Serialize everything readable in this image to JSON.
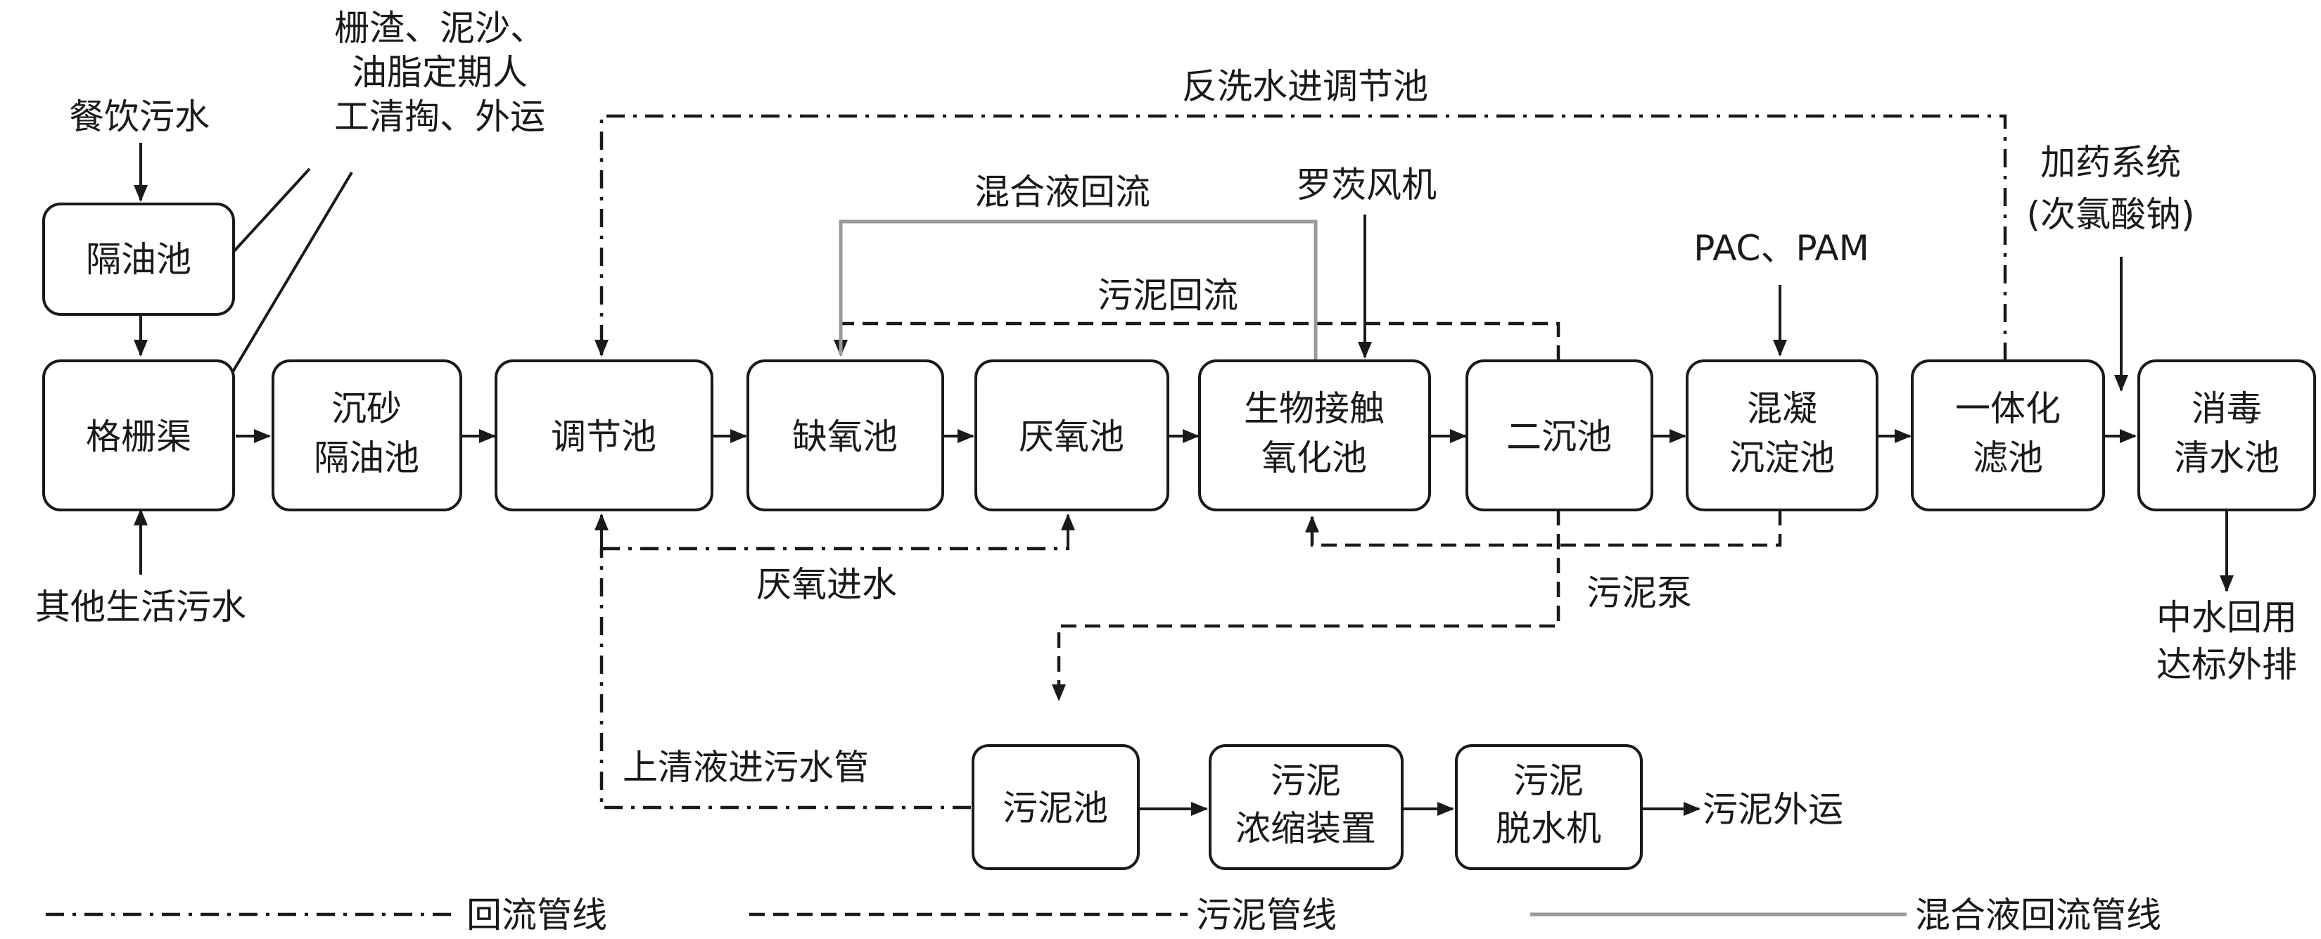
{
  "boxes": {
    "grease_trap": "隔油池",
    "screen_channel": "格栅渠",
    "grit_grease": [
      "沉砂",
      "隔油池"
    ],
    "equalization": "调节池",
    "anoxic": "缺氧池",
    "anaerobic": "厌氧池",
    "bio_contact": [
      "生物接触",
      "氧化池"
    ],
    "secondary_clarifier": "二沉池",
    "coag_sed": [
      "混凝",
      "沉淀池"
    ],
    "integrated_filter": [
      "一体化",
      "滤池"
    ],
    "disinfection": [
      "消毒",
      "清水池"
    ],
    "sludge_tank": "污泥池",
    "sludge_thickener": [
      "污泥",
      "浓缩装置"
    ],
    "sludge_dewater": [
      "污泥",
      "脱水机"
    ]
  },
  "labels": {
    "restaurant_wastewater": "餐饮污水",
    "other_domestic": "其他生活污水",
    "screenings_note": [
      "栅渣、泥沙、",
      "油脂定期人",
      "工清掏、外运"
    ],
    "backwash": "反洗水进调节池",
    "mixed_liquor_return": "混合液回流",
    "roots_blower": "罗茨风机",
    "sludge_return": "污泥回流",
    "pac_pam": "PAC、PAM",
    "dosing_system": [
      "加药系统",
      "(次氯酸钠)"
    ],
    "anaerobic_inflow": "厌氧进水",
    "sludge_pump": "污泥泵",
    "reuse": [
      "中水回用",
      "达标外排"
    ],
    "supernatant": "上清液进污水管",
    "sludge_out": "污泥外运"
  },
  "legend": {
    "return_line": "回流管线",
    "sludge_line": "污泥管线",
    "mixed_line": "混合液回流管线"
  }
}
